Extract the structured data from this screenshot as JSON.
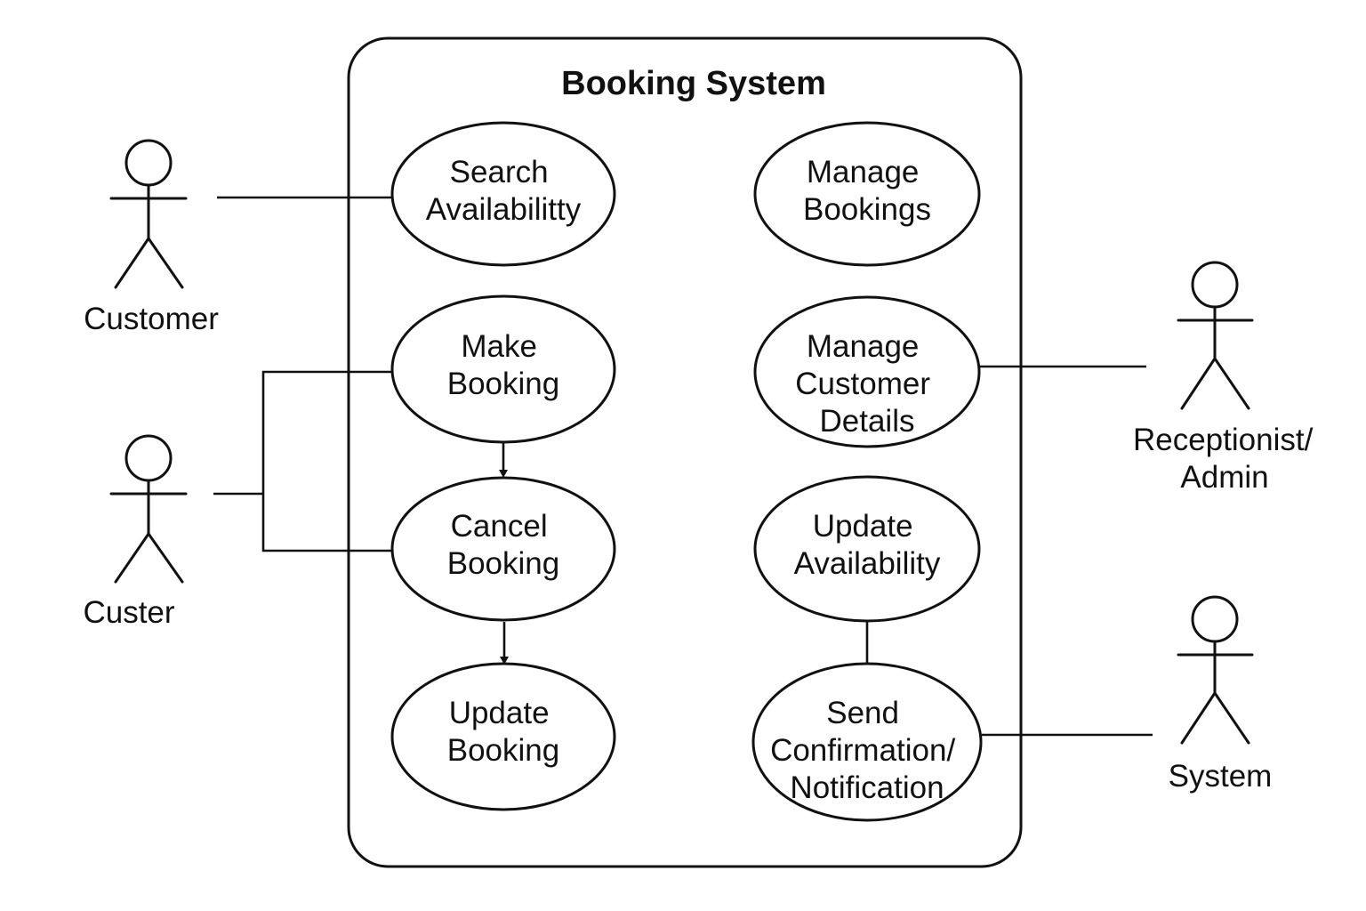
{
  "system": {
    "title": "Booking System"
  },
  "use_cases": {
    "search_availability": [
      "Search",
      "Availabilitty"
    ],
    "make_booking": [
      "Make",
      "Booking"
    ],
    "cancel_booking": [
      "Cancel",
      "Booking"
    ],
    "update_booking": [
      "Update",
      "Booking"
    ],
    "manage_bookings": [
      "Manage",
      "Bookings"
    ],
    "manage_customer_details": [
      "Manage",
      "Customer",
      "Details"
    ],
    "update_availability": [
      "Update",
      "Availability"
    ],
    "send_confirmation": [
      "Send",
      "Confirmation/",
      "Notification"
    ]
  },
  "actors": {
    "customer": [
      "Customer"
    ],
    "custer": [
      "Custer"
    ],
    "receptionist_admin": [
      "Receptionist/",
      "Admin"
    ],
    "system": [
      "System"
    ]
  }
}
